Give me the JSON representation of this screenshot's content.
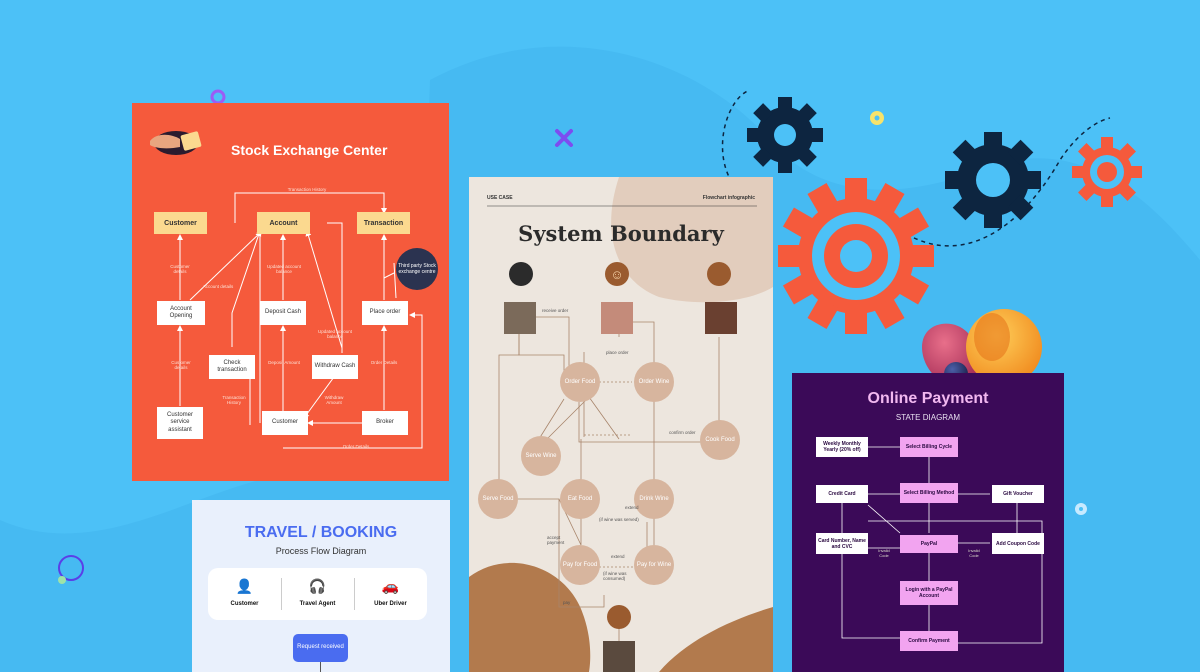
{
  "stock": {
    "title": "Stock Exchange Center",
    "boxes": {
      "customer_top": "Customer",
      "account": "Account",
      "transaction": "Transaction",
      "account_opening": "Account Opening",
      "deposit_cash": "Deposit Cash",
      "place_order": "Place order",
      "check_transaction": "Check transaction",
      "withdraw_cash": "Withdraw Cash",
      "customer_service": "Customer service assistant",
      "customer_bottom": "Customer",
      "broker": "Broker",
      "third_party": "Third party Stock exchange centre"
    },
    "labels": {
      "transaction_history_top": "Transaction History",
      "customer_details_1": "Customer details",
      "account_details": "Account details",
      "updated_account_balance_1": "Updated account balance",
      "updated_account_balance_2": "Updated account balance",
      "customer_details_2": "Customer details",
      "deposit_amount": "Deposit Amount",
      "order_details_1": "Order Details",
      "transaction_history_bottom": "Transaction History",
      "withdraw_amount": "Withdraw Amount",
      "order_details_2": "Order Details"
    }
  },
  "system": {
    "tag": "USE CASE",
    "subtitle": "Flowchart infographic",
    "title": "System Boundary",
    "circles": {
      "order_food": "Order Food",
      "order_wine": "Order Wine",
      "cook_food": "Cook Food",
      "serve_wine": "Serve Wine",
      "serve_food": "Serve Food",
      "eat_food": "Eat Food",
      "drink_wine": "Drink Wine",
      "pay_for_food": "Pay for Food",
      "pay_for_wine": "Pay for Wine"
    },
    "labels": {
      "receive_order": "receive order",
      "place_order": "place order",
      "confirm_order": "confirm order",
      "extend_1": "extend",
      "if_wine_served": "(if wine was served)",
      "accept_payment": "accept payment",
      "extend_2": "extend",
      "if_wine_consumed": "(if wine was consumed)",
      "pay": "pay"
    }
  },
  "payment": {
    "title": "Online Payment",
    "subtitle": "STATE DIAGRAM",
    "boxes": {
      "weekly_monthly": "Weekly Monthly Yearly (20% off)",
      "select_billing_cycle": "Select Billing Cycle",
      "credit_card": "Credit Card",
      "select_billing_method": "Select Billing Method",
      "gift_voucher": "Gift Voucher",
      "card_number": "Card Number, Name and CVC",
      "paypal": "PayPal",
      "add_coupon": "Add Coupon Code",
      "login_paypal": "Login with a PayPal Account",
      "confirm_payment": "Confirm Payment"
    },
    "labels": {
      "invalid_code_1": "Invalid Code",
      "invalid_code_2": "Invalid Code"
    }
  },
  "travel": {
    "title": "TRAVEL / BOOKING",
    "subtitle": "Process Flow Diagram",
    "actors": [
      "Customer",
      "Travel Agent",
      "Uber Driver"
    ],
    "request": "Request received"
  },
  "colors": {
    "background": "#4cc1f7",
    "stock_card": "#f55a3c",
    "system_card": "#ede6de",
    "payment_card": "#3b0a58",
    "travel_card": "#e9f0fc",
    "travel_accent": "#4a6cf0",
    "gear_dark": "#0d2540",
    "gear_orange": "#f55a3c"
  },
  "icons": [
    "gear-icon",
    "user-icon",
    "headset-icon",
    "car-icon",
    "hand-card-icon",
    "chef-icon",
    "smiley-icon",
    "wine-icon",
    "calculator-icon"
  ]
}
